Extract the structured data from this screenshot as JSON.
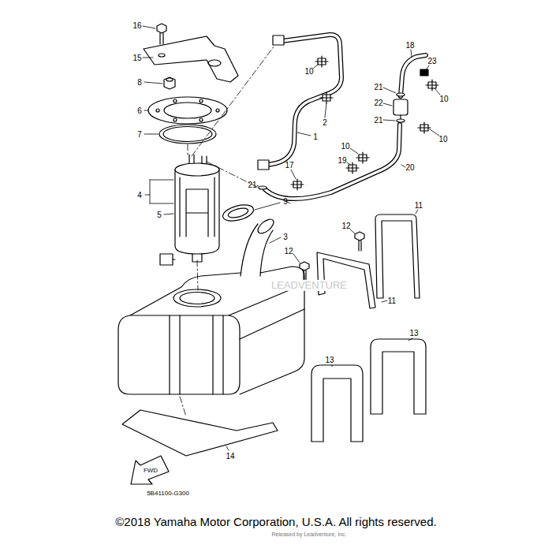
{
  "diagram": {
    "caption": "©2018 Yamaha Motor Corporation, U.S.A. All rights reserved.",
    "labels": [
      "16",
      "15",
      "8",
      "6",
      "7",
      "4",
      "5",
      "9",
      "3",
      "10",
      "2",
      "1",
      "18",
      "23",
      "21",
      "22",
      "10",
      "21",
      "10",
      "10",
      "17",
      "19",
      "20",
      "21",
      "11",
      "12",
      "12",
      "11",
      "13",
      "13",
      "14",
      "FWD",
      "5B41100-G300",
      "LEADVENTURE",
      "Released by Leadventure, Inc."
    ]
  }
}
